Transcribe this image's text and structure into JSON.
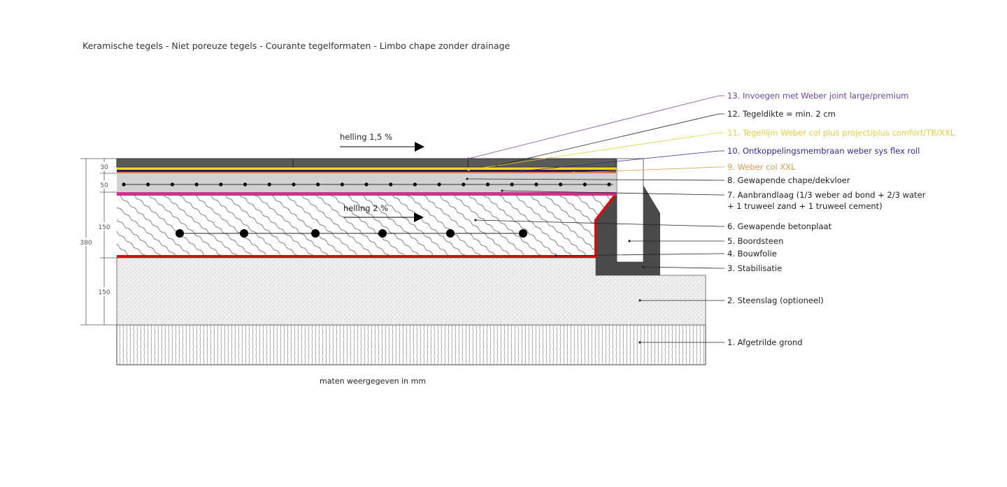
{
  "title": "Keramische tegels - Niet poreuze tegels - Courante tegelformaten - Limbo chape zonder drainage",
  "slopes": {
    "top": "helling 1,5 %",
    "slab": "helling 2 %"
  },
  "footer": "maten weergegeven in mm",
  "dimensions": {
    "total": "380",
    "tiles": "30",
    "chape": "50",
    "slab": "150",
    "gravel": "150"
  },
  "labels": [
    {
      "text": "13. Invoegen met Weber joint large/premium",
      "color": "#7a3fa0"
    },
    {
      "text": "12. Tegeldikte = min. 2 cm",
      "color": "#222222"
    },
    {
      "text": "11. Tegellijm Weber col plus project/plus comfort/TB/XXL",
      "color": "#e6cf3c"
    },
    {
      "text": "10. Ontkoppelingsmembraan weber sys flex roll",
      "color": "#2b2b9c"
    },
    {
      "text": "9. Weber col XXL",
      "color": "#e59a4a"
    },
    {
      "text": "8. Gewapende chape/dekvloer",
      "color": "#222222"
    },
    {
      "text": "7. Aanbrandlaag (1/3 weber ad bond + 2/3 water",
      "text2": "+ 1 truweel zand + 1 truweel cement)",
      "color": "#222222"
    },
    {
      "text": "6. Gewapende betonplaat",
      "color": "#222222"
    },
    {
      "text": "5. Boordsteen",
      "color": "#222222"
    },
    {
      "text": "4. Bouwfolie",
      "color": "#222222"
    },
    {
      "text": "3. Stabilisatie",
      "color": "#222222"
    },
    {
      "text": "2. Steenslag (optioneel)",
      "color": "#222222"
    },
    {
      "text": "1. Afgetrilde grond",
      "color": "#222222"
    }
  ]
}
